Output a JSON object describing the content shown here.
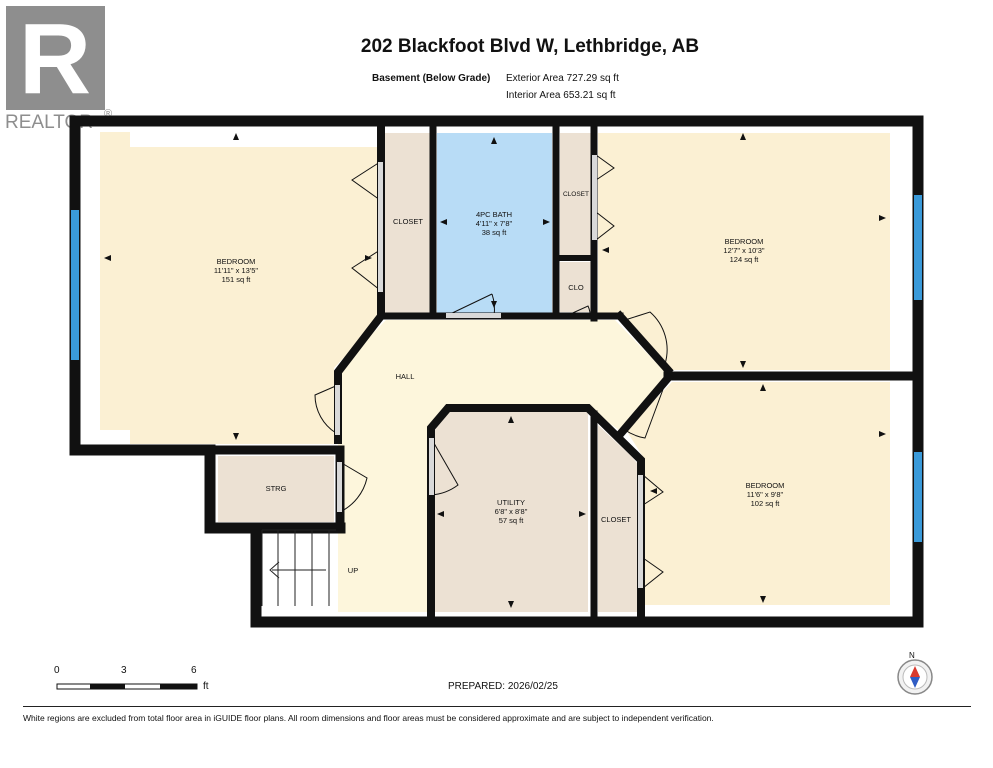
{
  "logo": {
    "letter": "R",
    "text": "REALTOR",
    "mark": "®"
  },
  "header": {
    "title": "202 Blackfoot Blvd W, Lethbridge, AB",
    "level": "Basement (Below Grade)",
    "exterior_area": "Exterior Area 727.29 sq ft",
    "interior_area": "Interior Area 653.21 sq ft"
  },
  "rooms": {
    "bedroom_left": {
      "name": "BEDROOM",
      "dims": "11'11\" x 13'5\"",
      "area": "151 sq ft"
    },
    "bedroom_ne": {
      "name": "BEDROOM",
      "dims": "12'7\" x 10'3\"",
      "area": "124 sq ft"
    },
    "bedroom_se": {
      "name": "BEDROOM",
      "dims": "11'6\" x 9'8\"",
      "area": "102 sq ft"
    },
    "bath": {
      "name": "4PC BATH",
      "dims": "4'11\" x 7'8\"",
      "area": "38 sq ft"
    },
    "utility": {
      "name": "UTILITY",
      "dims": "6'8\" x 8'8\"",
      "area": "57 sq ft"
    },
    "closet_left": {
      "name": "CLOSET"
    },
    "closet_top": {
      "name": "CLOSET"
    },
    "closet_bottom": {
      "name": "CLOSET"
    },
    "clo": {
      "name": "CLO"
    },
    "hall": {
      "name": "HALL"
    },
    "storage": {
      "name": "STRG"
    },
    "stairs": {
      "name": "UP"
    }
  },
  "scale": {
    "ticks": [
      "0",
      "3",
      "6"
    ],
    "unit": "ft"
  },
  "prepared": "PREPARED: 2026/02/25",
  "compass": {
    "label": "N"
  },
  "footer": "White regions are excluded from total floor area in iGUIDE floor plans. All room dimensions and floor areas must be considered approximate and are subject to independent verification.",
  "colors": {
    "bedroom": "#fbf0d3",
    "hall": "#fdf6dc",
    "bath": "#b8dcf6",
    "utility": "#ece1d3",
    "wall": "#111111",
    "window": "#3a9ad9",
    "logo": "#8e8e8e"
  }
}
